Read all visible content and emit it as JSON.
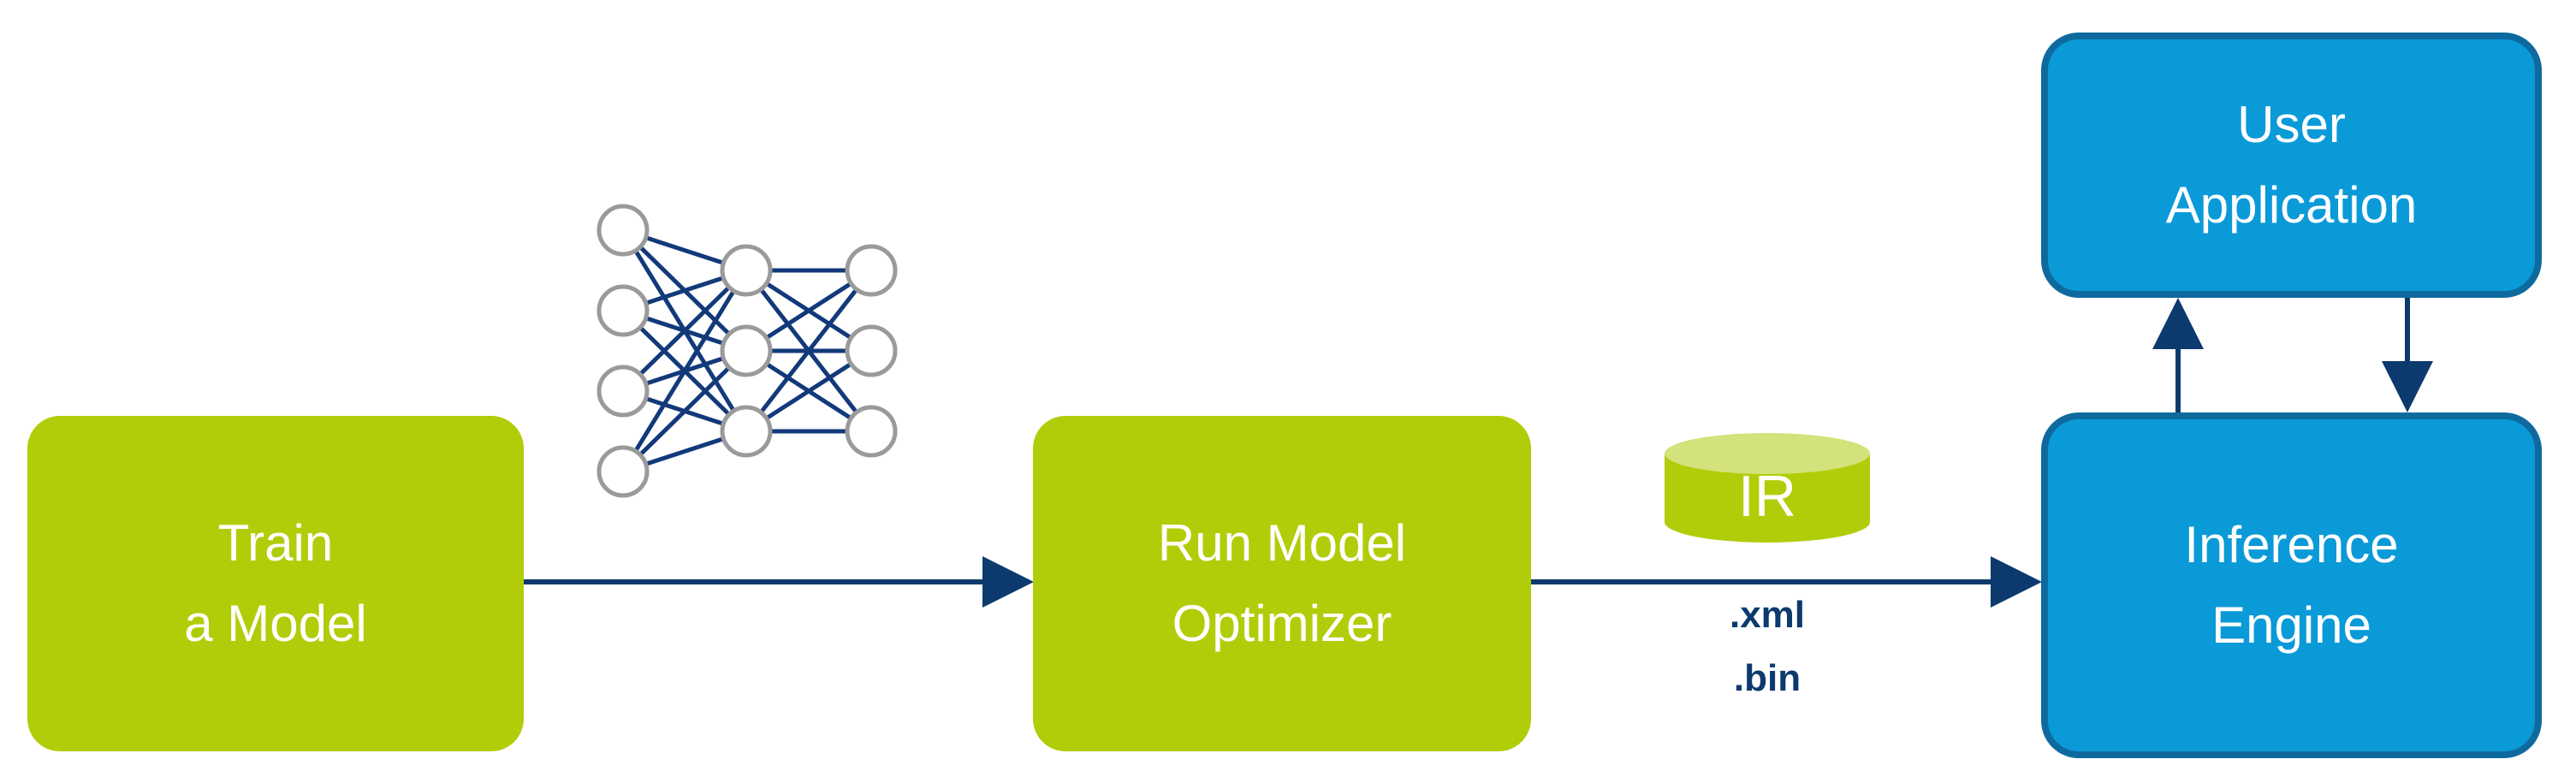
{
  "colors": {
    "green_box": "#b1cd0a",
    "blue_box": "#0a9ad8",
    "blue_border": "#0e6a9e",
    "arrow": "#0c3a6e",
    "nn_edge": "#123a7a",
    "nn_node_stroke": "#9a9a9a"
  },
  "boxes": {
    "train": {
      "line1": "Train",
      "line2": "a Model"
    },
    "model_optimizer": {
      "line1": "Run Model",
      "line2": "Optimizer"
    },
    "inference_engine": {
      "line1": "Inference",
      "line2": "Engine"
    },
    "user_application": {
      "line1": "User",
      "line2": "Application"
    }
  },
  "ir": {
    "label": "IR",
    "files": [
      ".xml",
      ".bin"
    ]
  },
  "icons": {
    "neural_network": "neural-network-icon",
    "ir_storage": "database-cylinder-icon"
  },
  "neural_network": {
    "layers": [
      4,
      3,
      3
    ]
  }
}
